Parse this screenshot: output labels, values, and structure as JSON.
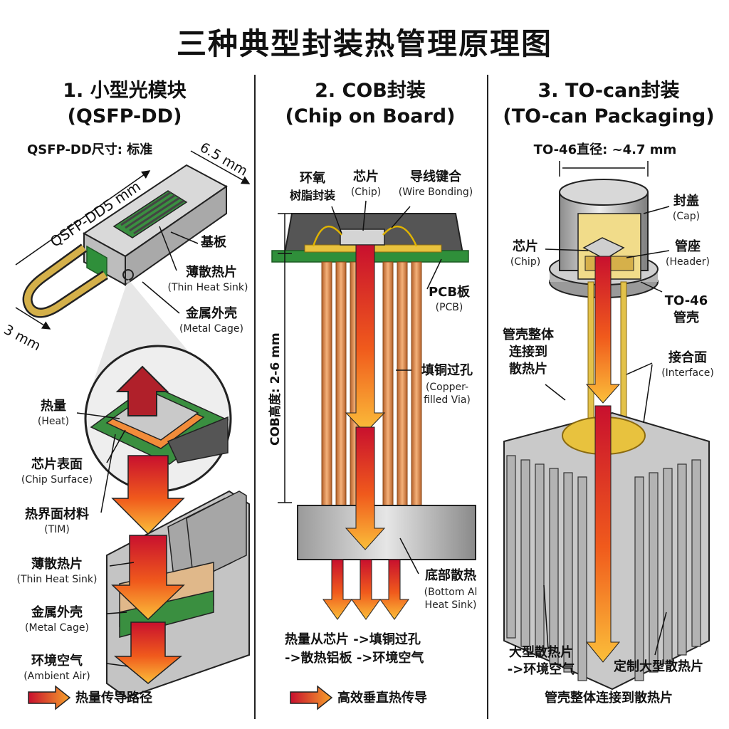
{
  "title": "三种典型封装热管理原理图",
  "panel1": {
    "title": "1. 小型光模块",
    "subtitle": "(QSFP-DD)",
    "size_label": "QSFP-DD尺寸: 标准",
    "dim_length": "QSFP-DD5 mm",
    "dim_width": "6.5 mm",
    "dim_height": "3 mm",
    "label_substrate": "基板",
    "label_thin_sink": "薄散热片",
    "label_thin_sink_en": "(Thin Heat Sink)",
    "label_cage": "金属外壳",
    "label_cage_en": "(Metal Cage)",
    "detail_heat": "热量",
    "detail_heat_en": "(Heat)",
    "detail_chip": "芯片表面",
    "detail_chip_en": "(Chip Surface)",
    "detail_tim": "热界面材料",
    "detail_tim_en": "(TIM)",
    "detail_sink": "薄散热片",
    "detail_sink_en": "(Thin Heat Sink)",
    "detail_cage": "金属外壳",
    "detail_cage_en": "(Metal Cage)",
    "detail_air": "环境空气",
    "detail_air_en": "(Ambient Air)",
    "legend": "热量传导路径"
  },
  "panel2": {
    "title": "2. COB封装",
    "subtitle": "(Chip on Board)",
    "label_epoxy_1": "环氧",
    "label_epoxy_2": "树脂封装",
    "label_chip": "芯片",
    "label_chip_en": "(Chip)",
    "label_wire": "导线键合",
    "label_wire_en": "(Wire Bonding)",
    "label_pcb": "PCB板",
    "label_pcb_en": "(PCB)",
    "label_via": "填铜过孔",
    "label_via_en_1": "(Copper-",
    "label_via_en_2": "filled Via)",
    "dim_height": "COB高度: 2-6 mm",
    "label_bottom": "底部散热",
    "label_bottom_en_1": "(Bottom Al",
    "label_bottom_en_2": "Heat Sink)",
    "path_1": "热量从芯片 ->填铜过孔",
    "path_2": "->散热铝板 ->环境空气",
    "legend": "高效垂直热传导"
  },
  "panel3": {
    "title": "3. TO-can封装",
    "subtitle": "(TO-can Packaging)",
    "dim_diameter": "TO-46直径: ~4.7 mm",
    "label_cap": "封盖",
    "label_cap_en": "(Cap)",
    "label_chip": "芯片",
    "label_chip_en": "(Chip)",
    "label_header": "管座",
    "label_header_en": "(Header)",
    "label_shell_1": "TO-46",
    "label_shell_2": "管壳",
    "label_connect_1": "管壳整体",
    "label_connect_2": "连接到",
    "label_connect_3": "散热片",
    "label_interface": "接合面",
    "label_interface_en": "(Interface)",
    "label_large_1": "大型散热片",
    "label_large_2": "->环境空气",
    "label_custom": "定制大型散热片",
    "legend": "管壳整体连接到散热片"
  }
}
